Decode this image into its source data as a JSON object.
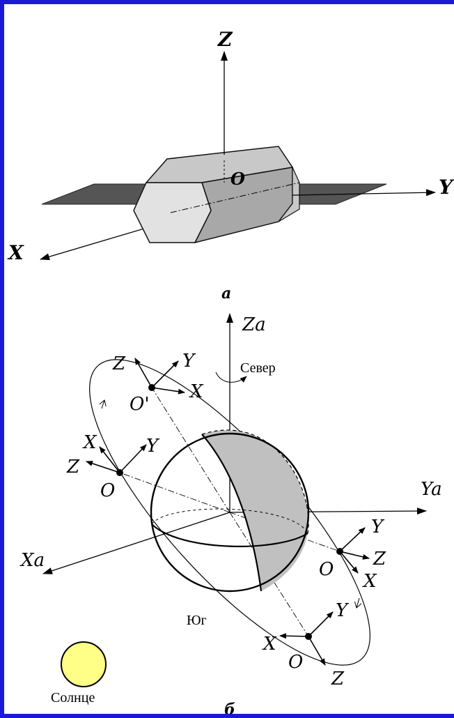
{
  "colors": {
    "frame": "#1a1ad6",
    "panel_dark": "#555555",
    "hex_light": "#e2e2e2",
    "hex_top": "#c8c8c8",
    "hex_side": "#a8a8a8",
    "sphere_band": "#c0c0c0",
    "sun": "#ffff88"
  },
  "panel_a": {
    "caption": "а",
    "axes": {
      "z": "Z",
      "y": "Y",
      "x": "X",
      "origin": "O"
    }
  },
  "panel_b": {
    "caption": "б",
    "global_axes": {
      "z": "Za",
      "y": "Ya",
      "x": "Xa"
    },
    "north_label": "Север",
    "south_label": "Юг",
    "sun_label": "Солнце",
    "frames": [
      {
        "origin": "O'",
        "x": "X",
        "y": "Y",
        "z": "Z"
      },
      {
        "origin": "O",
        "x": "X",
        "y": "Y",
        "z": "Z"
      },
      {
        "origin": "O",
        "x": "X",
        "y": "Y",
        "z": "Z"
      },
      {
        "origin": "O",
        "x": "X",
        "y": "Y",
        "z": "Z"
      }
    ]
  }
}
